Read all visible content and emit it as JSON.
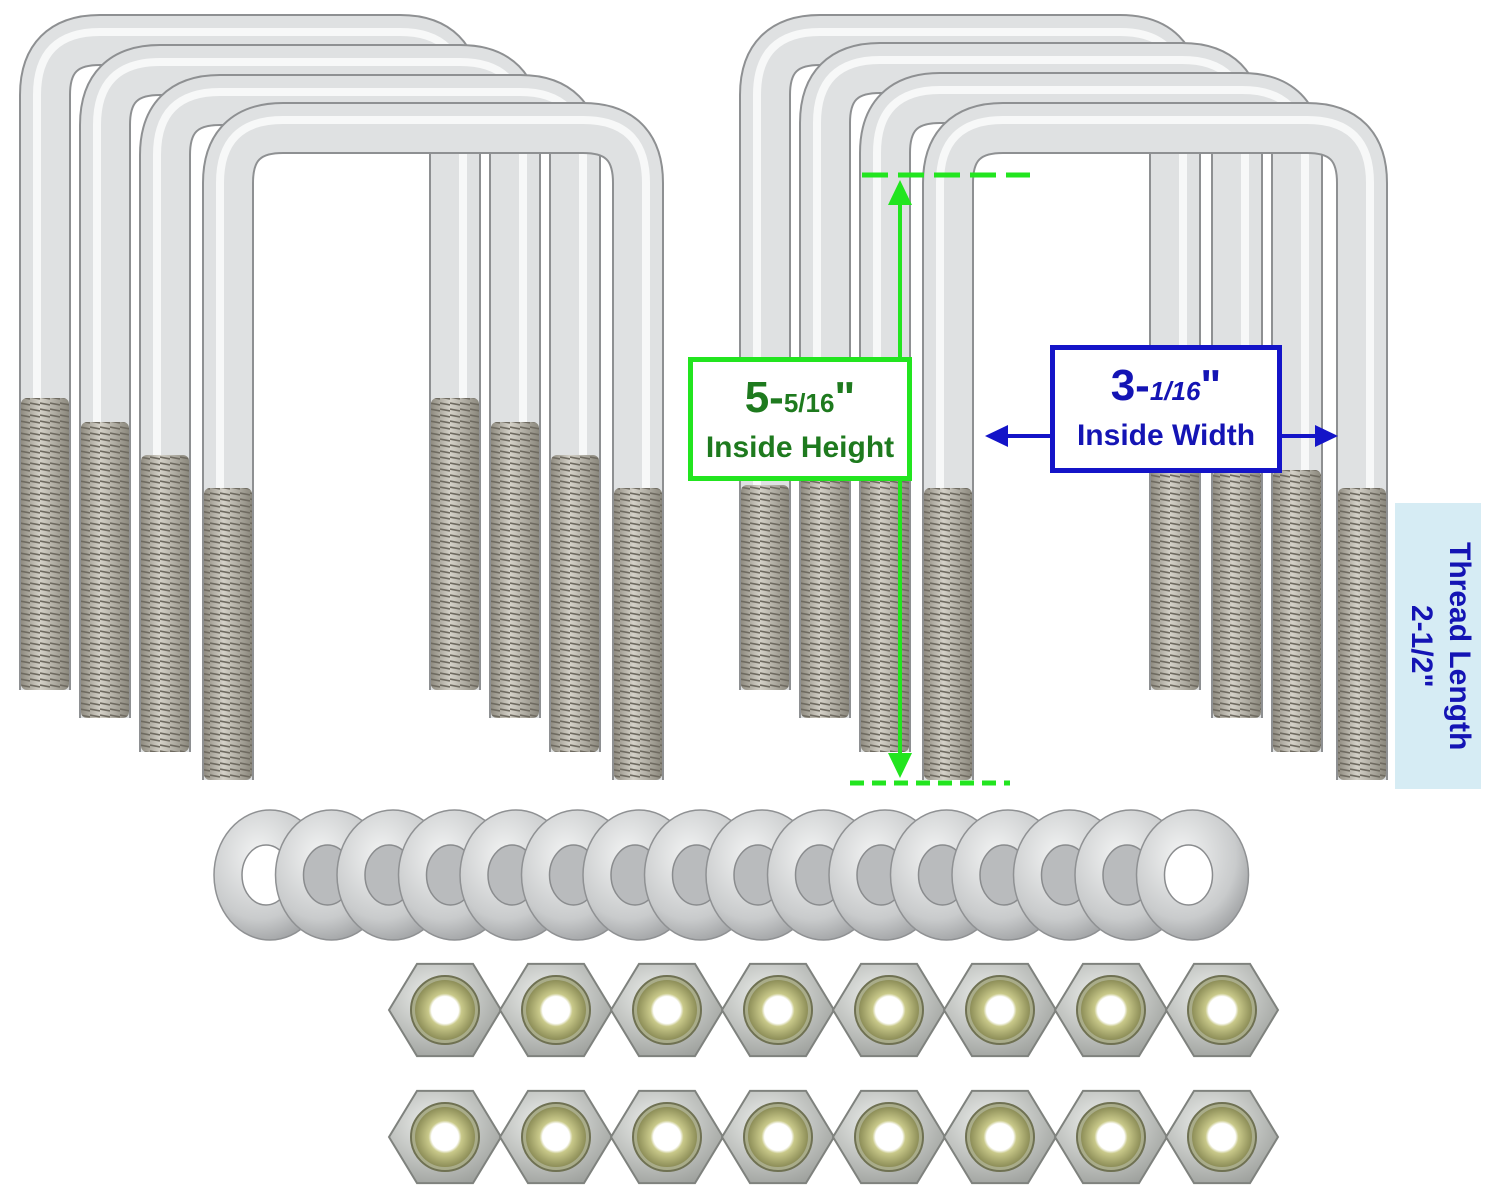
{
  "labels": {
    "height": {
      "main": "5-",
      "fraction": "5/16",
      "unit": "\"",
      "caption": "Inside Height"
    },
    "width": {
      "main": "3-",
      "fraction": "1/16",
      "unit": "\"",
      "caption": "Inside Width"
    },
    "thread": {
      "caption": "Thread Length",
      "value": "2-1/2\""
    }
  },
  "colors": {
    "height_accent": "#22e51f",
    "width_accent": "#1414c8",
    "thread_background": "#d6ecf4",
    "metal": "#d9dbdc"
  },
  "parts": {
    "u_bolts": 8,
    "washers": 16,
    "nuts": 16
  }
}
